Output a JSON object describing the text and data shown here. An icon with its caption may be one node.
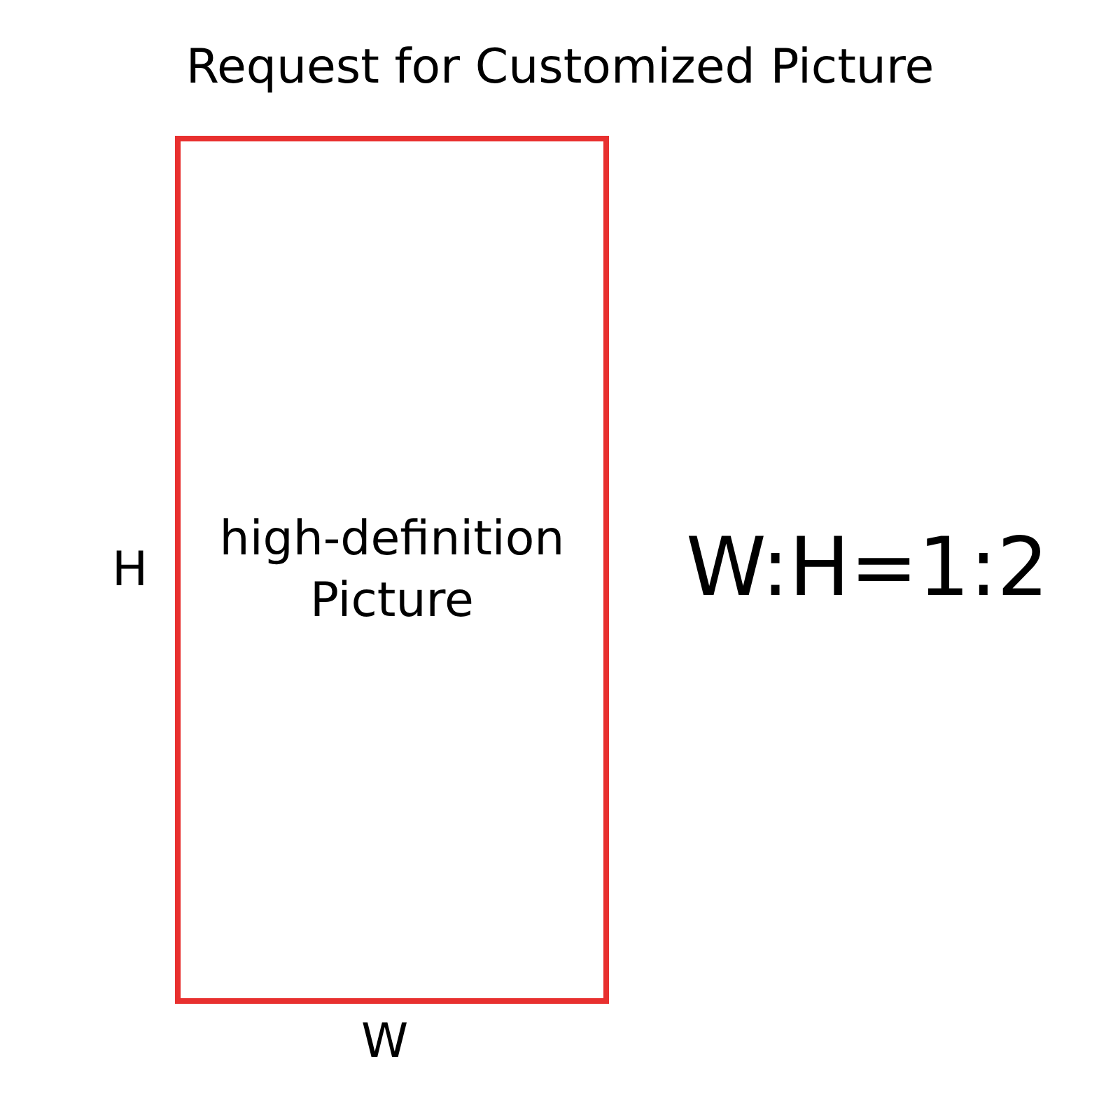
{
  "diagram": {
    "title": "Request for Customized Picture",
    "nodes": [
      {
        "text": [
          "high-definition Picture"
        ]
      }
    ],
    "labels": [
      "H",
      "W",
      "W:H=1:2"
    ]
  }
}
